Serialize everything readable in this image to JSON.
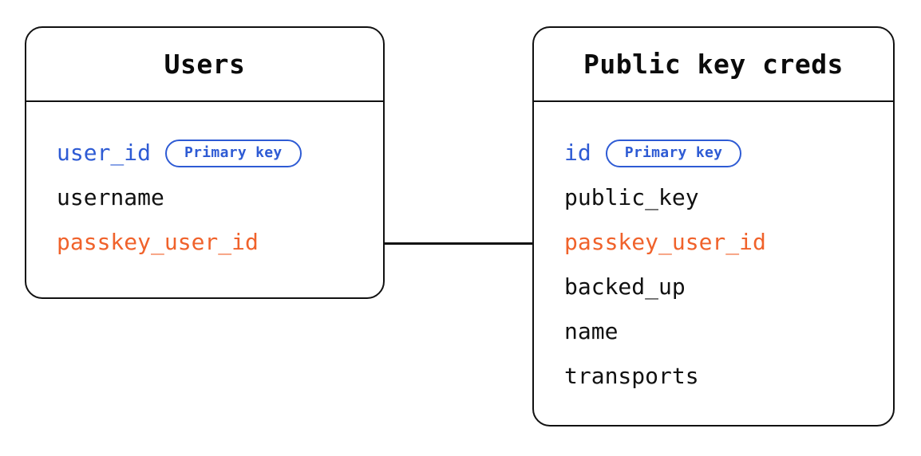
{
  "diagram": {
    "type": "entity-relationship-diagram",
    "background_color": "#ffffff",
    "colors": {
      "border": "#111111",
      "text": "#111111",
      "primary_key": "#2e5bd4",
      "foreign_key": "#f0622b"
    },
    "badge_label": "Primary key",
    "entities": [
      {
        "id": "users",
        "title": "Users",
        "fields": [
          {
            "name": "user_id",
            "role": "pk",
            "badge": "Primary key"
          },
          {
            "name": "username",
            "role": "plain",
            "badge": null
          },
          {
            "name": "passkey_user_id",
            "role": "fk",
            "badge": null
          }
        ]
      },
      {
        "id": "public_key_creds",
        "title": "Public key creds",
        "fields": [
          {
            "name": "id",
            "role": "pk",
            "badge": "Primary key"
          },
          {
            "name": "public_key",
            "role": "plain",
            "badge": null
          },
          {
            "name": "passkey_user_id",
            "role": "fk",
            "badge": null
          },
          {
            "name": "backed_up",
            "role": "plain",
            "badge": null
          },
          {
            "name": "name",
            "role": "plain",
            "badge": null
          },
          {
            "name": "transports",
            "role": "plain",
            "badge": null
          }
        ]
      }
    ],
    "relationships": [
      {
        "from_entity": "users",
        "from_field": "passkey_user_id",
        "to_entity": "public_key_creds",
        "to_field": "passkey_user_id",
        "style": "solid-line"
      }
    ]
  }
}
